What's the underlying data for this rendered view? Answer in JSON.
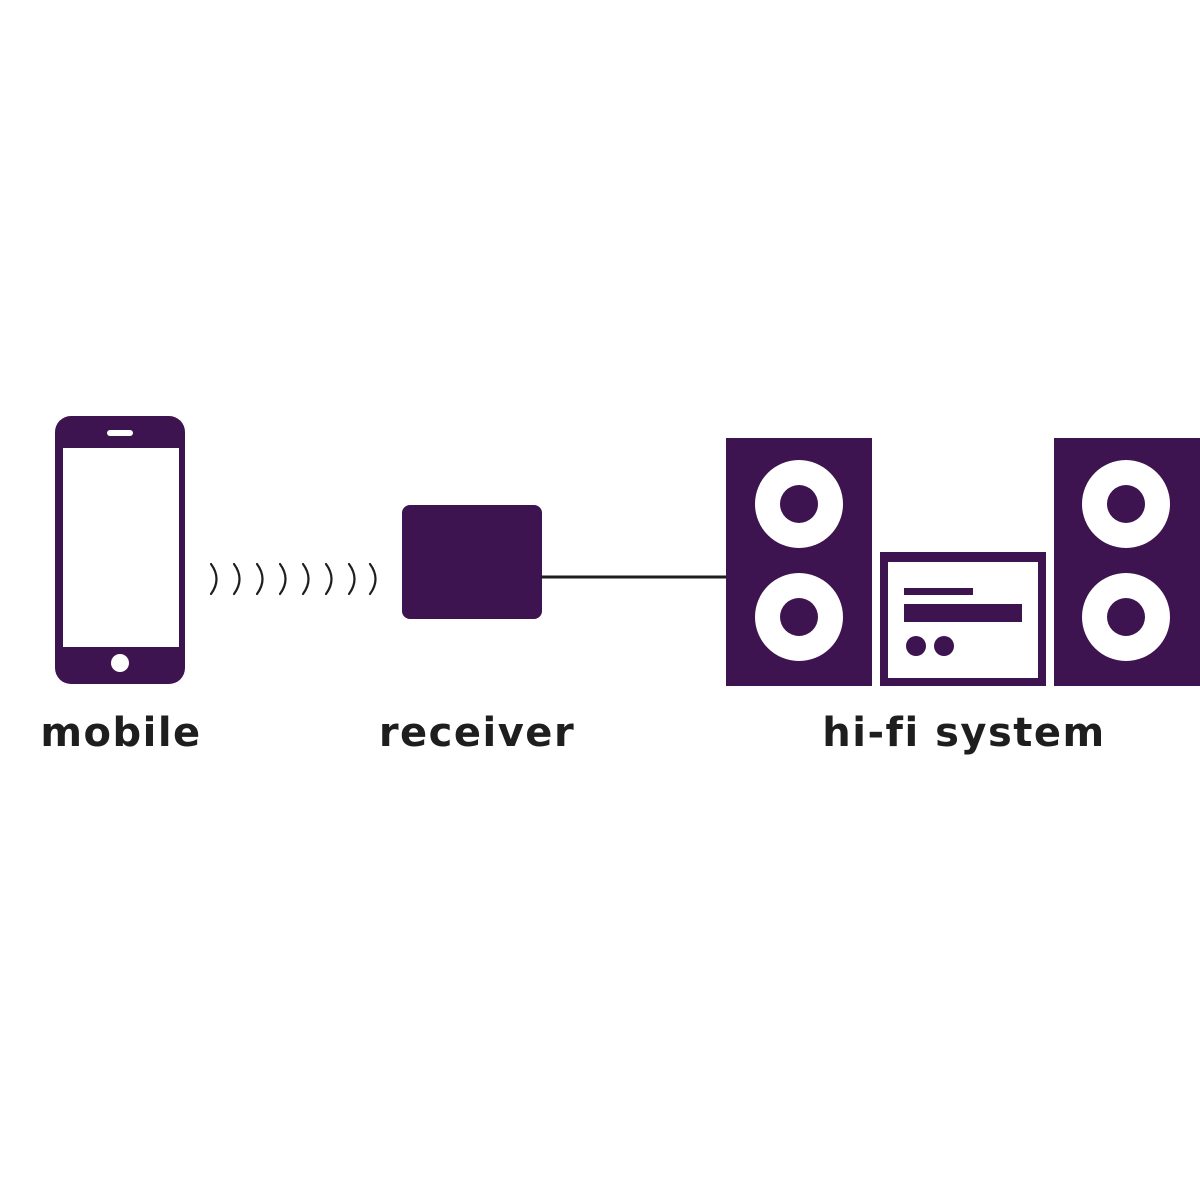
{
  "labels": {
    "mobile": "mobile",
    "receiver": "receiver",
    "hifi": "hi-fi system"
  },
  "colors": {
    "device": "#3d1350",
    "text": "#1e1e1e",
    "signal": "#1e1e1e",
    "cable": "#1e1e1e",
    "background": "#ffffff"
  },
  "icons": {
    "mobile": "smartphone-icon",
    "signal": "wireless-waves-icon",
    "receiver": "receiver-box-icon",
    "cable": "connection-cable",
    "hifi": "stereo-system-icon"
  }
}
